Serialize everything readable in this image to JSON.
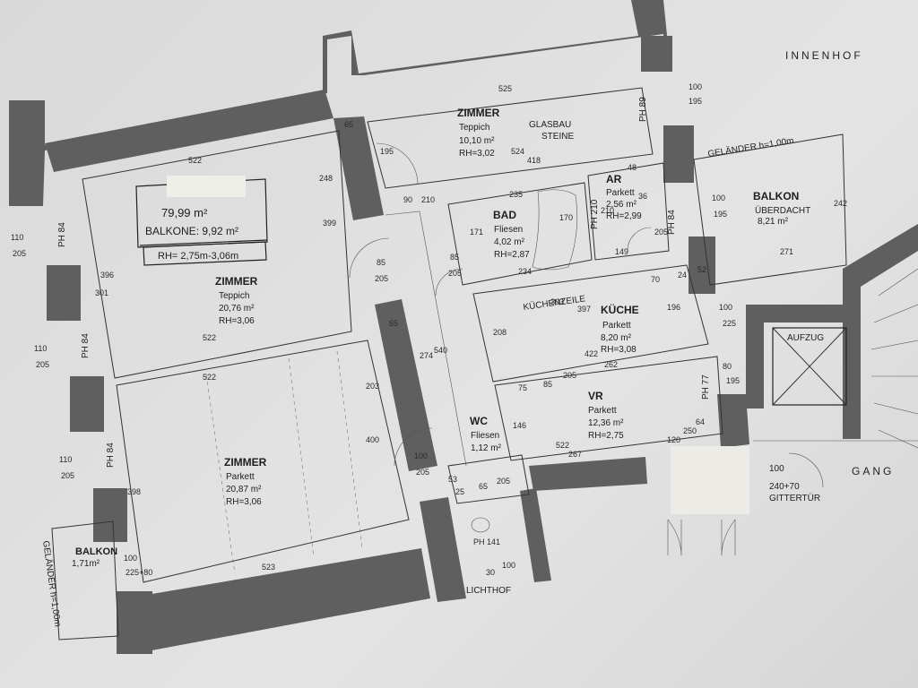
{
  "area": {
    "total": "79,99 m²",
    "balconies": "BALKONE: 9,92 m²",
    "room_height": "RH= 2,75m-3,06m"
  },
  "labels": {
    "innenhof": "INNENHOF",
    "gang": "GANG",
    "aufzug": "AUFZUG",
    "lichthof": "LICHTHOF",
    "gitter_1": "240+70",
    "gitter_2": "GITTERTÜR",
    "gitter_w": "100",
    "kuechenzeile": "KÜCHENZEILE",
    "glasbau_1": "GLASBAU",
    "glasbau_2": "STEINE",
    "gelaender_top": "GELÄNDER h=1,00m",
    "gelaender_left": "GELÄNDER h=1,00m",
    "ph141": "PH 141"
  },
  "rooms": {
    "zimmer_top": {
      "name": "ZIMMER",
      "floor": "Teppich",
      "area": "10,10 m²",
      "rh": "RH=3,02"
    },
    "zimmer_left": {
      "name": "ZIMMER",
      "floor": "Teppich",
      "area": "20,76 m²",
      "rh": "RH=3,06"
    },
    "zimmer_bottom": {
      "name": "ZIMMER",
      "floor": "Parkett",
      "area": "20,87 m²",
      "rh": "RH=3,06"
    },
    "bad": {
      "name": "BAD",
      "floor": "Fliesen",
      "area": "4,02 m²",
      "rh": "RH=2,87"
    },
    "ar": {
      "name": "AR",
      "floor": "Parkett",
      "area": "2,56 m²",
      "rh": "RH=2,99"
    },
    "kueche": {
      "name": "KÜCHE",
      "floor": "Parkett",
      "area": "8,20 m²",
      "rh": "RH=3,08"
    },
    "vr": {
      "name": "VR",
      "floor": "Parkett",
      "area": "12,36 m²",
      "rh": "RH=2,75"
    },
    "wc": {
      "name": "WC",
      "floor": "Fliesen",
      "area": "1,12 m²"
    },
    "balkon_right": {
      "name": "BALKON",
      "floor": "ÜBERDACHT",
      "area": "8,21 m²"
    },
    "balkon_left": {
      "name": "BALKON",
      "area": "1,71m²"
    }
  },
  "dims": {
    "d525": "525",
    "d522a": "522",
    "d522b": "522",
    "d522c": "522",
    "d522d": "522",
    "d523": "523",
    "d65a": "65",
    "d65b": "65",
    "d524": "524",
    "d418": "418",
    "d48": "48",
    "d235": "235",
    "d170": "170",
    "d303": "303",
    "d397": "397",
    "d422": "422",
    "d262": "262",
    "d267": "267",
    "d271": "271",
    "d242": "242",
    "d399": "399",
    "d248": "248",
    "d203": "203",
    "d400": "400",
    "d398": "398",
    "d396": "396",
    "d301": "301",
    "d274": "274",
    "d540": "540",
    "d208": "208",
    "d196": "196",
    "d171": "171",
    "d195a": "195",
    "d146": "146",
    "d100a": "100",
    "d195b": "195",
    "d100b": "100",
    "d195c": "195",
    "d80": "80",
    "d195d": "195",
    "d100c": "100",
    "d225": "225",
    "d110a": "110",
    "d205a": "205",
    "d110b": "110",
    "d205b": "205",
    "d110c": "110",
    "d205c": "205",
    "d85a": "85",
    "d205d": "205",
    "d85b": "85",
    "d205e": "205",
    "d100d": "100",
    "d205f": "205",
    "d90": "90",
    "d210a": "210",
    "d75": "75",
    "d85c": "85",
    "d205g": "205",
    "d65c": "65",
    "d205h": "205",
    "d25": "25",
    "d53": "53",
    "d120": "120",
    "d250": "250",
    "d64": "64",
    "d52": "52",
    "d24": "24",
    "d70": "70",
    "d36": "36",
    "d149": "149",
    "d234": "234",
    "d210b": "210",
    "d205i": "205",
    "d100e": "100",
    "d225b": "225+80",
    "d30": "30",
    "d100f": "100"
  },
  "ph": {
    "ph89": "PH 89",
    "ph84a": "PH 84",
    "ph84b": "PH 84",
    "ph84c": "PH 84",
    "ph84d": "PH 84",
    "ph77": "PH 77",
    "ph210": "PH 210"
  }
}
